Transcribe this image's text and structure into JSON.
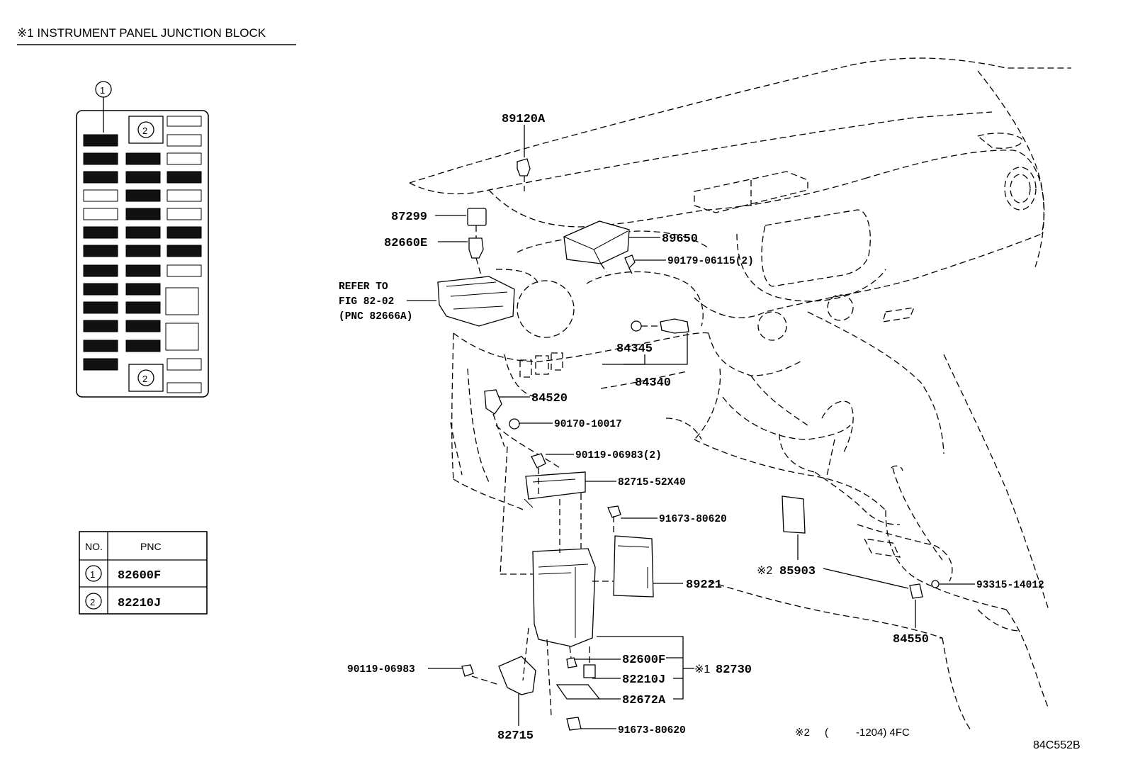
{
  "header": {
    "title": "※1 INSTRUMENT PANEL JUNCTION BLOCK"
  },
  "junction_block": {
    "callout_1": "1",
    "callout_2": "2"
  },
  "pnc_table": {
    "col_no": "NO.",
    "col_pnc": "PNC",
    "rows": [
      {
        "no": "1",
        "pnc": "82600F"
      },
      {
        "no": "2",
        "pnc": "82210J"
      }
    ]
  },
  "labels": {
    "p89120A": "89120A",
    "p87299": "87299",
    "p82660E": "82660E",
    "refer_1": "REFER TO",
    "refer_2": "FIG 82-02",
    "refer_3": "(PNC 82666A)",
    "p89650": "89650",
    "p90179": "90179-06115(2)",
    "p84345": "84345",
    "p84340": "84340",
    "p84520": "84520",
    "p90170": "90170-10017",
    "p90119a": "90119-06983(2)",
    "p82715_52": "82715-52X40",
    "p91673a": "91673-80620",
    "p89221": "89221",
    "p85903": "85903",
    "p85903_mark": "※2",
    "p93315": "93315-14012",
    "p84550": "84550",
    "p82600F": "82600F",
    "p82210J": "82210J",
    "p82672A": "82672A",
    "p82730": "82730",
    "p82730_mark": "※1",
    "p90119b": "90119-06983",
    "p82715": "82715",
    "p91673b": "91673-80620"
  },
  "footer": {
    "note_mark": "※2",
    "note_paren": "(",
    "note_text": "-1204) 4FC",
    "figure_code": "84C552B"
  }
}
